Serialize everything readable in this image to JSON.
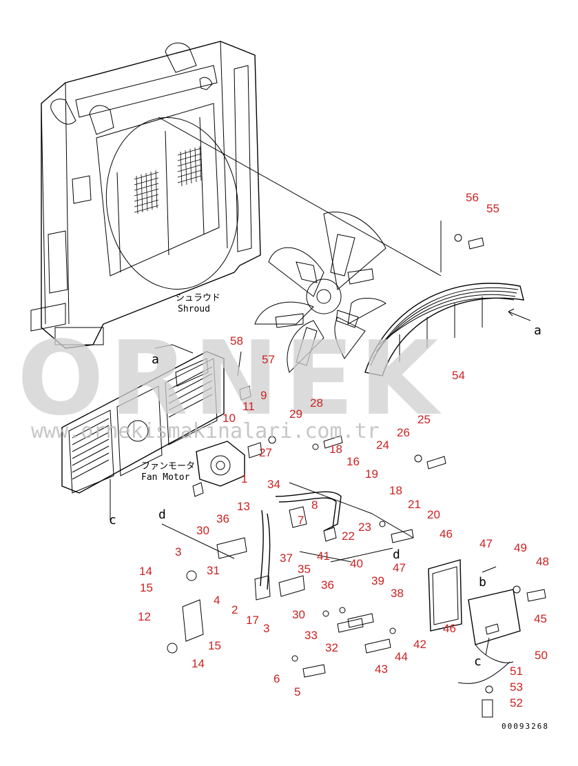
{
  "labels": {
    "shroud_jp": "シュラウド",
    "shroud_en": "Shroud",
    "fan_motor_jp": "ファンモータ",
    "fan_motor_en": "Fan Motor"
  },
  "view_letters": {
    "a_top": "a",
    "a_mid": "a",
    "b": "b",
    "c_left": "c",
    "c_right": "c",
    "d_left": "d",
    "d_right": "d"
  },
  "watermark": {
    "brand": "ORNEK",
    "url": "www.ornekismakinalari.com.tr"
  },
  "drawing_code": "00093268",
  "part_numbers": [
    "56",
    "55",
    "54",
    "57",
    "58",
    "11",
    "9",
    "28",
    "10",
    "29",
    "25",
    "27",
    "18",
    "26",
    "24",
    "16",
    "19",
    "1",
    "34",
    "13",
    "8",
    "7",
    "36",
    "30",
    "18",
    "21",
    "23",
    "22",
    "20",
    "46",
    "47",
    "49",
    "48",
    "3",
    "31",
    "37",
    "41",
    "40",
    "35",
    "47",
    "14",
    "15",
    "4",
    "2",
    "17",
    "36",
    "39",
    "38",
    "12",
    "3",
    "30",
    "33",
    "32",
    "43",
    "44",
    "42",
    "46",
    "45",
    "15",
    "14",
    "6",
    "5",
    "50",
    "51",
    "53",
    "52"
  ],
  "colors": {
    "part_number": "#cc2020",
    "line": "#000000",
    "watermark": "#cfcfcf"
  }
}
